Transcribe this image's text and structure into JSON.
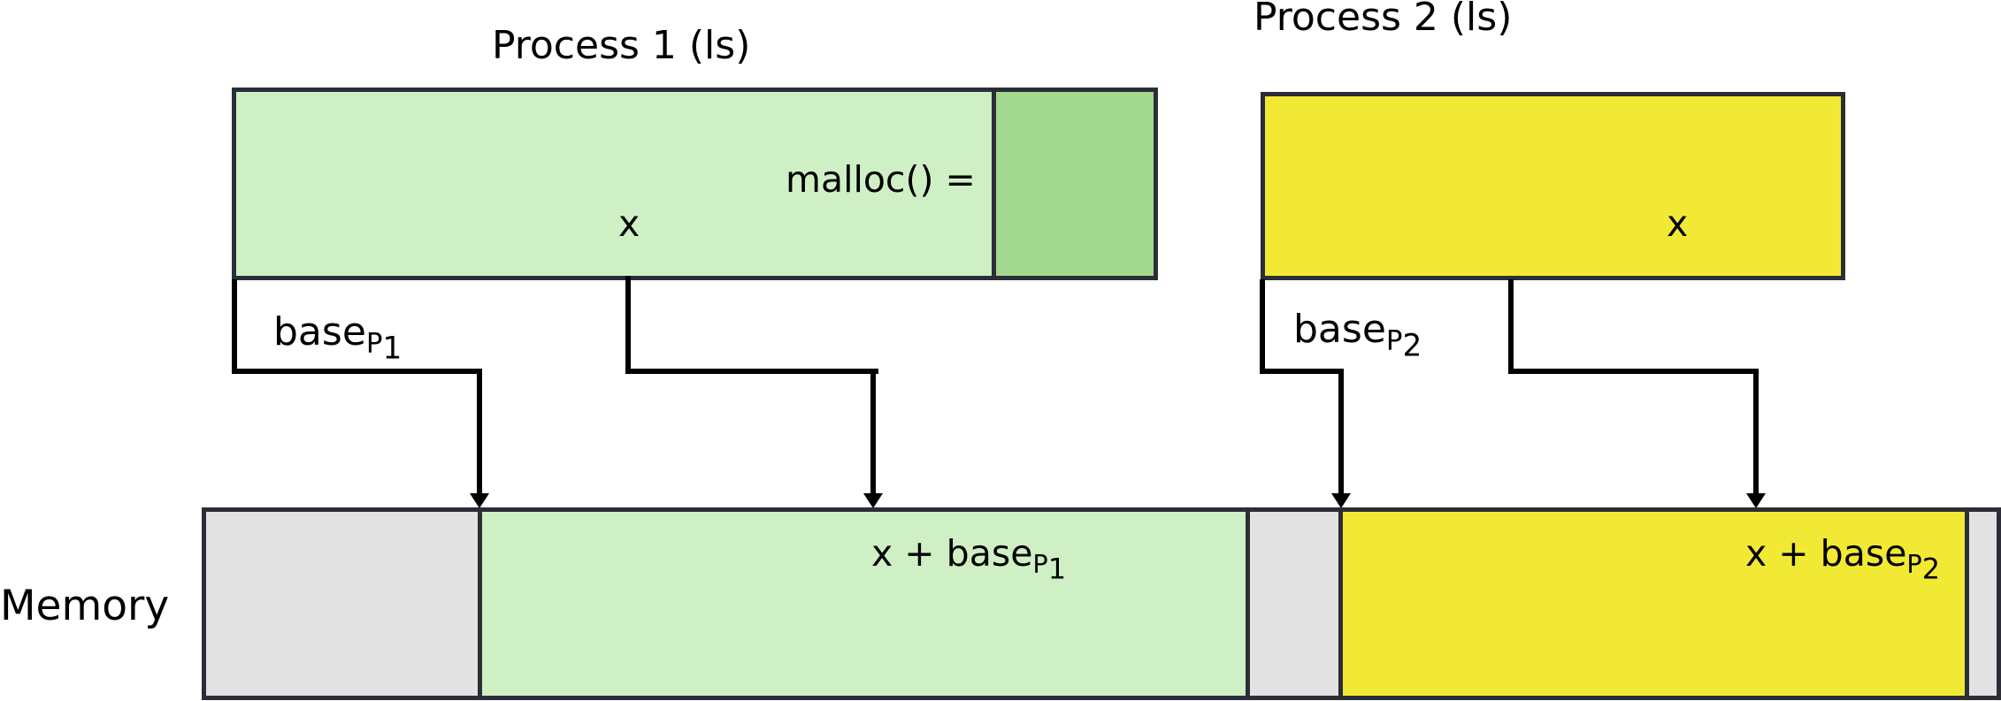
{
  "colors": {
    "background": "#ffffff",
    "light_green": "#cff0c5",
    "dark_green": "#a2d88f",
    "yellow": "#f2e935",
    "gray": "#e2e2e2",
    "border_dark": "#2b2e36",
    "line_black": "#000000"
  },
  "process1": {
    "title": "Process 1 (ls)",
    "malloc_label": "malloc() =",
    "x_label": "x"
  },
  "process2": {
    "title": "Process 2 (ls)",
    "x_label": "x"
  },
  "arrows": {
    "base_p1": {
      "text": "base",
      "sub": "P",
      "subsub": "1"
    },
    "base_p2": {
      "text": "base",
      "sub": "P",
      "subsub": "2"
    }
  },
  "memory": {
    "label": "Memory",
    "green_segment_label": {
      "text": "x + base",
      "sub": "P",
      "subsub": "1"
    },
    "yellow_segment_label": {
      "text": "x + base",
      "sub": "P",
      "subsub": "2"
    }
  }
}
